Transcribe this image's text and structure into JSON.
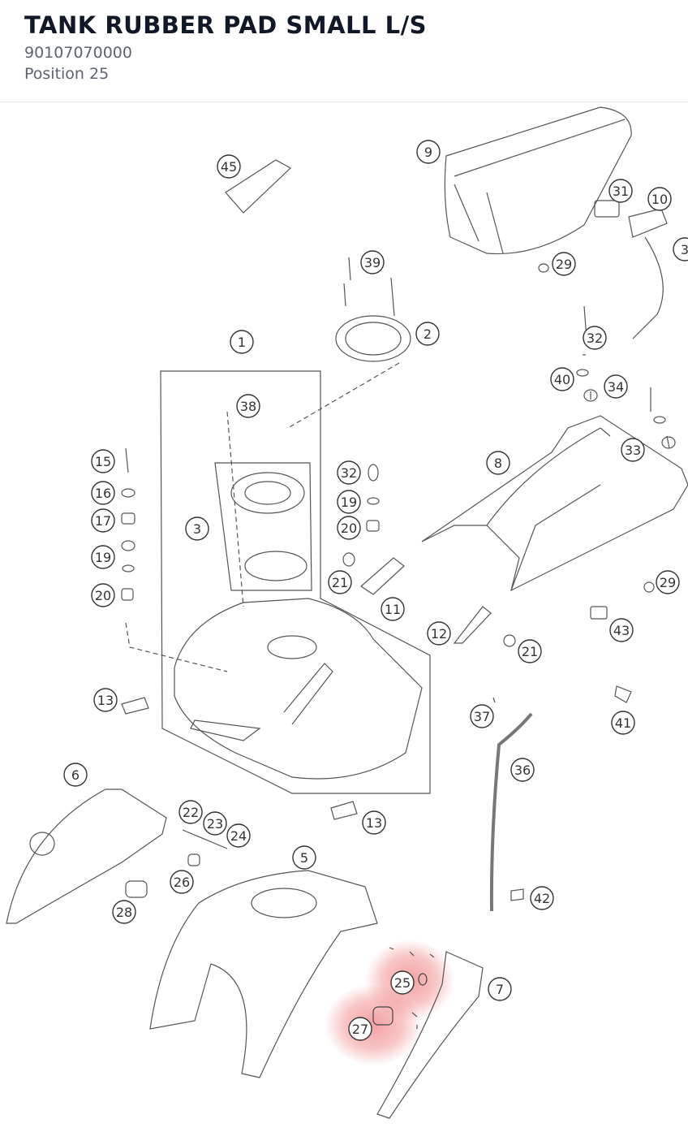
{
  "header": {
    "title": "TANK RUBBER PAD SMALL L/S",
    "part_number": "90107070000",
    "position_label": "Position 25"
  },
  "diagram": {
    "highlighted_callouts": [
      "25",
      "27"
    ],
    "highlight_color": "#f08080",
    "callouts": [
      "45",
      "9",
      "31",
      "10",
      "3",
      "29",
      "39",
      "2",
      "32",
      "40",
      "34",
      "33",
      "1",
      "38",
      "8",
      "15",
      "16",
      "17",
      "3",
      "32",
      "19",
      "20",
      "19",
      "21",
      "11",
      "20",
      "12",
      "21",
      "29",
      "43",
      "13",
      "37",
      "41",
      "36",
      "6",
      "22",
      "23",
      "24",
      "13",
      "5",
      "26",
      "28",
      "42",
      "7",
      "25",
      "27"
    ]
  }
}
